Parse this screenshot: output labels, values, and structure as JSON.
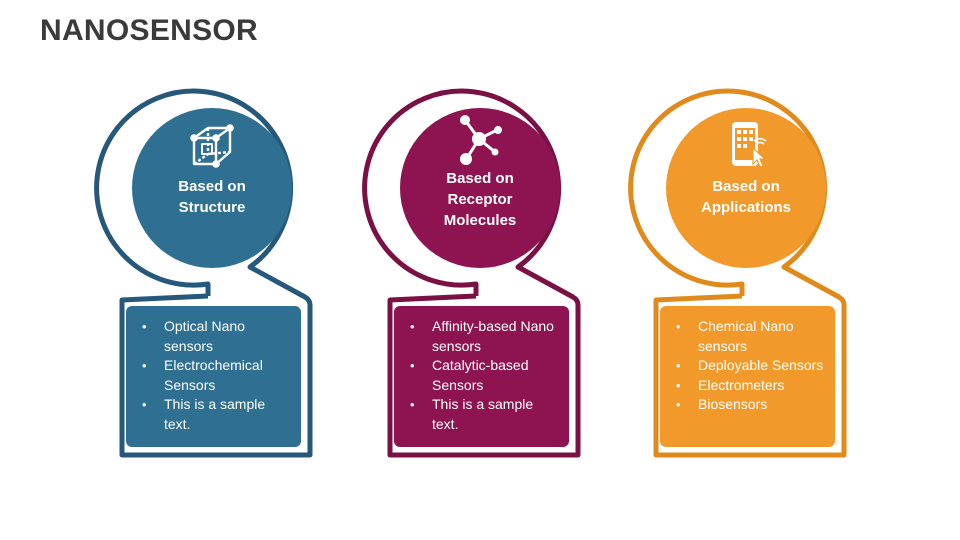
{
  "title": "NANOSENSOR",
  "cards": [
    {
      "heading": [
        "Based on",
        "Structure"
      ],
      "items": [
        "Optical Nano sensors",
        "Electrochemical Sensors",
        "This is a sample text."
      ],
      "color": "#2e6f92",
      "dark": "#25587a",
      "icon": "cube-wireframe-icon"
    },
    {
      "heading": [
        "Based on",
        "Receptor",
        "Molecules"
      ],
      "items": [
        "Affinity-based Nano sensors",
        "Catalytic-based Sensors",
        "This is a sample text."
      ],
      "color": "#8e1451",
      "dark": "#7a1044",
      "icon": "molecule-icon"
    },
    {
      "heading": [
        "Based on",
        "Applications"
      ],
      "items": [
        "Chemical Nano sensors",
        "Deployable Sensors",
        "Electrometers",
        "Biosensors"
      ],
      "color": "#f19a2b",
      "dark": "#e08a1c",
      "icon": "mobile-app-icon"
    }
  ]
}
